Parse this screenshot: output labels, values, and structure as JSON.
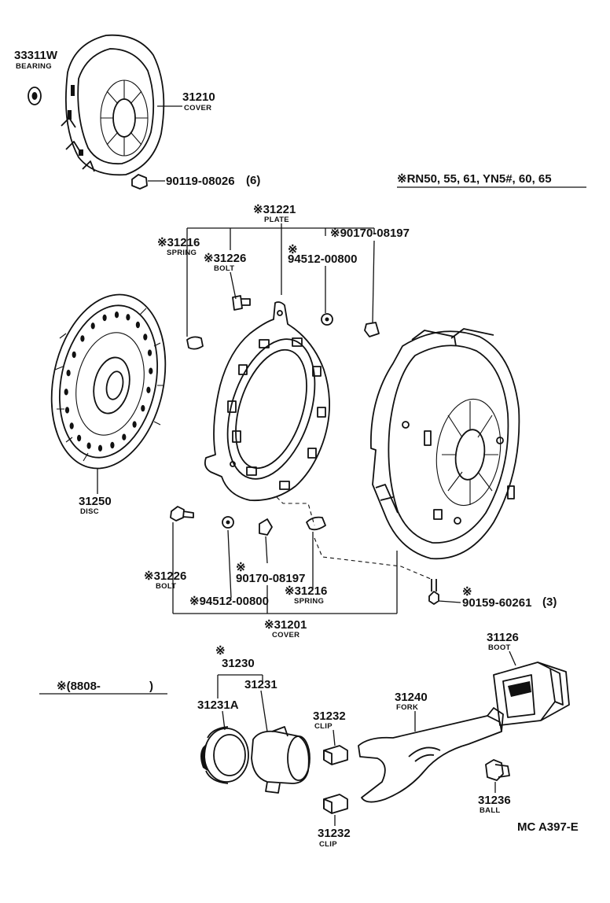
{
  "header": {
    "applicability": "※RN50, 55, 61, YN5#, 60, 65",
    "production_date": "※(8808-",
    "production_date_close": ")",
    "diagram_code": "MC A397-E"
  },
  "parts": {
    "bearing_top": {
      "number": "33311W",
      "name": "BEARING"
    },
    "cover_top": {
      "number": "31210",
      "name": "COVER"
    },
    "cover_bolt": {
      "number": "90119-08026",
      "qty": "(6)"
    },
    "plate": {
      "number": "※31221",
      "name": "PLATE"
    },
    "spring_top": {
      "number": "※31216",
      "name": "SPRING"
    },
    "bolt_top": {
      "number": "※31226",
      "name": "BOLT"
    },
    "washer_top": {
      "mark": "※",
      "number": "94512-00800"
    },
    "nut_top": {
      "number": "※90170-08197"
    },
    "disc": {
      "number": "31250",
      "name": "DISC"
    },
    "bolt_bottom": {
      "number": "※31226",
      "name": "BOLT"
    },
    "nut_bottom": {
      "mark": "※",
      "number": "90170-08197"
    },
    "washer_bottom": {
      "number": "※94512-00800"
    },
    "spring_bottom": {
      "number": "※31216",
      "name": "SPRING"
    },
    "cover_assy": {
      "number": "※31201",
      "name": "COVER"
    },
    "cover_assy_bolt": {
      "mark": "※",
      "number": "90159-60261",
      "qty": "(3)"
    },
    "release_assy": {
      "mark": "※",
      "number": "31230"
    },
    "release_bearing": {
      "number": "31231A"
    },
    "release_hub": {
      "number": "31231"
    },
    "clip_top": {
      "number": "31232",
      "name": "CLIP"
    },
    "fork": {
      "number": "31240",
      "name": "FORK"
    },
    "boot": {
      "number": "31126",
      "name": "BOOT"
    },
    "ball": {
      "number": "31236",
      "name": "BALL"
    },
    "clip_bottom": {
      "number": "31232",
      "name": "CLIP"
    }
  }
}
